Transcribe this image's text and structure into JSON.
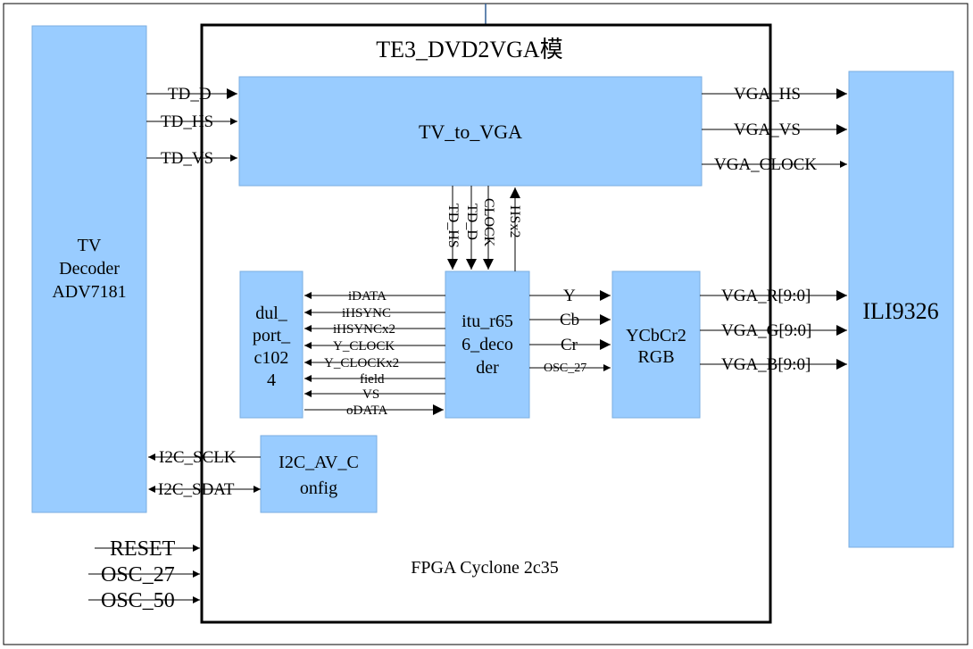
{
  "title": "TE3_DVD2VGA模",
  "fpga_label": "FPGA Cyclone 2c35",
  "blocks": {
    "tv_decoder": [
      "TV",
      "Decoder",
      "ADV7181"
    ],
    "tv_to_vga": "TV_to_VGA",
    "ili9326": "ILI9326",
    "dul_port": [
      "dul_",
      "port_",
      "c102",
      "4"
    ],
    "itu": [
      "itu_r65",
      "6_deco",
      "der"
    ],
    "ycbcr2rgb": [
      "YCbCr2",
      "RGB"
    ],
    "i2c_av_config": [
      "I2C_AV_C",
      "onfig"
    ]
  },
  "signals": {
    "td_d": "TD_D",
    "td_hs": "TD_HS",
    "td_vs": "TD_VS",
    "vga_hs": "VGA_HS",
    "vga_vs": "VGA_VS",
    "vga_clock": "VGA_CLOCK",
    "v_td_hs": "TD_HS",
    "v_td_d": "TD_D",
    "v_clock": "CLOCK",
    "v_hsx2": "HSx2",
    "idata": "iDATA",
    "ihsync": "iHSYNC",
    "ihsyncx2": "iHSYNCx2",
    "y_clock": "Y_CLOCK",
    "y_clockx2": "Y_CLOCKx2",
    "field": "field",
    "vs": "VS",
    "odata": "oDATA",
    "y": "Y",
    "cb": "Cb",
    "cr": "Cr",
    "osc_27_int": "OSC_27",
    "vga_r": "VGA_R[9:0]",
    "vga_g": "VGA_G[9:0]",
    "vga_b": "VGA_B[9:0]",
    "i2c_sclk": "I2C_SCLK",
    "i2c_sdat": "I2C_SDAT",
    "reset": "RESET",
    "osc_27": "OSC_27",
    "osc_50": "OSC_50"
  }
}
